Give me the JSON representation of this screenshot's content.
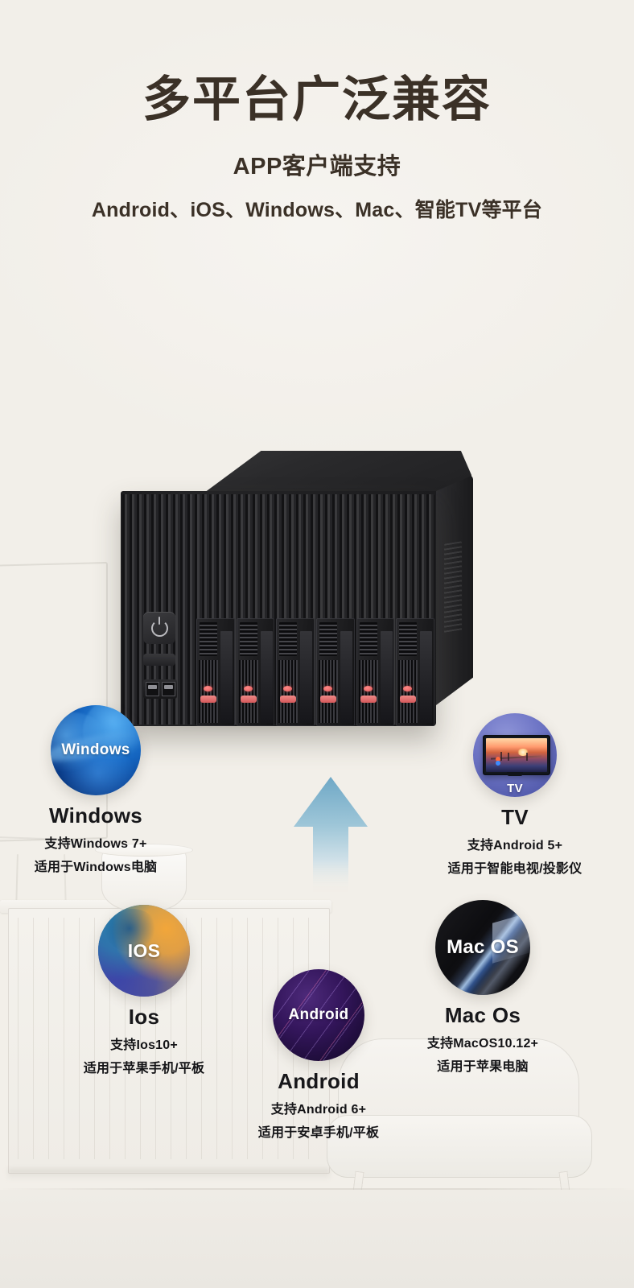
{
  "header": {
    "title": "多平台广泛兼容",
    "subtitle": "APP客户端支持",
    "subtitle2": "Android、iOS、Windows、Mac、智能TV等平台"
  },
  "device": {
    "name": "6-bay NAS storage enclosure",
    "bay_count": 6,
    "indicator_color": "#e2595a",
    "body_color": "#1d1d1f"
  },
  "arrow": {
    "direction": "up",
    "color_top": "#6fa8c6",
    "color_bottom": "#dfe8ec"
  },
  "platforms": [
    {
      "id": "windows",
      "badge_text": "Windows",
      "name": "Windows",
      "line1": "支持Windows 7+",
      "line2": "适用于Windows电脑",
      "accent": "#1565c0"
    },
    {
      "id": "tv",
      "badge_text": "TV",
      "name": "TV",
      "line1": "支持Android 5+",
      "line2": "适用于智能电视/投影仪",
      "accent": "#6f76c6"
    },
    {
      "id": "ios",
      "badge_text": "IOS",
      "name": "Ios",
      "line1": "支持Ios10+",
      "line2": "适用于苹果手机/平板",
      "accent": "#f2a63a"
    },
    {
      "id": "macos",
      "badge_text": "Mac OS",
      "name": "Mac Os",
      "line1": "支持MacOS10.12+",
      "line2": "适用于苹果电脑",
      "accent": "#4a82e6"
    },
    {
      "id": "android",
      "badge_text": "Android",
      "name": "Android",
      "line1": "支持Android 6+",
      "line2": "适用于安卓手机/平板",
      "accent": "#34165c"
    }
  ],
  "theme": {
    "background": "#f2efe9",
    "title_color": "#3b3127",
    "caption_color": "#141417"
  }
}
